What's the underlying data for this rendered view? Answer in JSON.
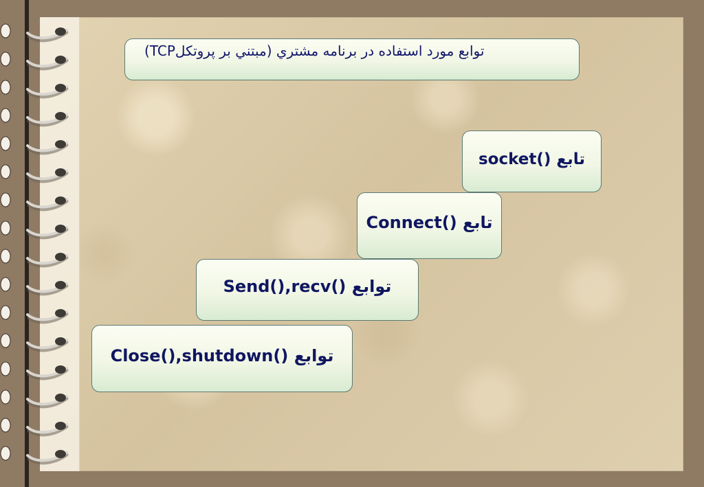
{
  "slide": {
    "title": "توابع مورد استفاده در برنامه مشتري (مبتني بر پروتكلTCP)"
  },
  "steps": [
    {
      "label": "تابع ()socket"
    },
    {
      "label": "تابع ()Connect"
    },
    {
      "label": "توابع ()Send(),recv"
    },
    {
      "label": "توابع ()Close(),shutdown"
    }
  ],
  "colors": {
    "text": "#0f1660",
    "box_border": "#5b7a72",
    "paper": "#d8c7a2",
    "outer_frame": "#8f7a63"
  },
  "icons": {
    "binding_rings": "ring-binding-icon"
  }
}
